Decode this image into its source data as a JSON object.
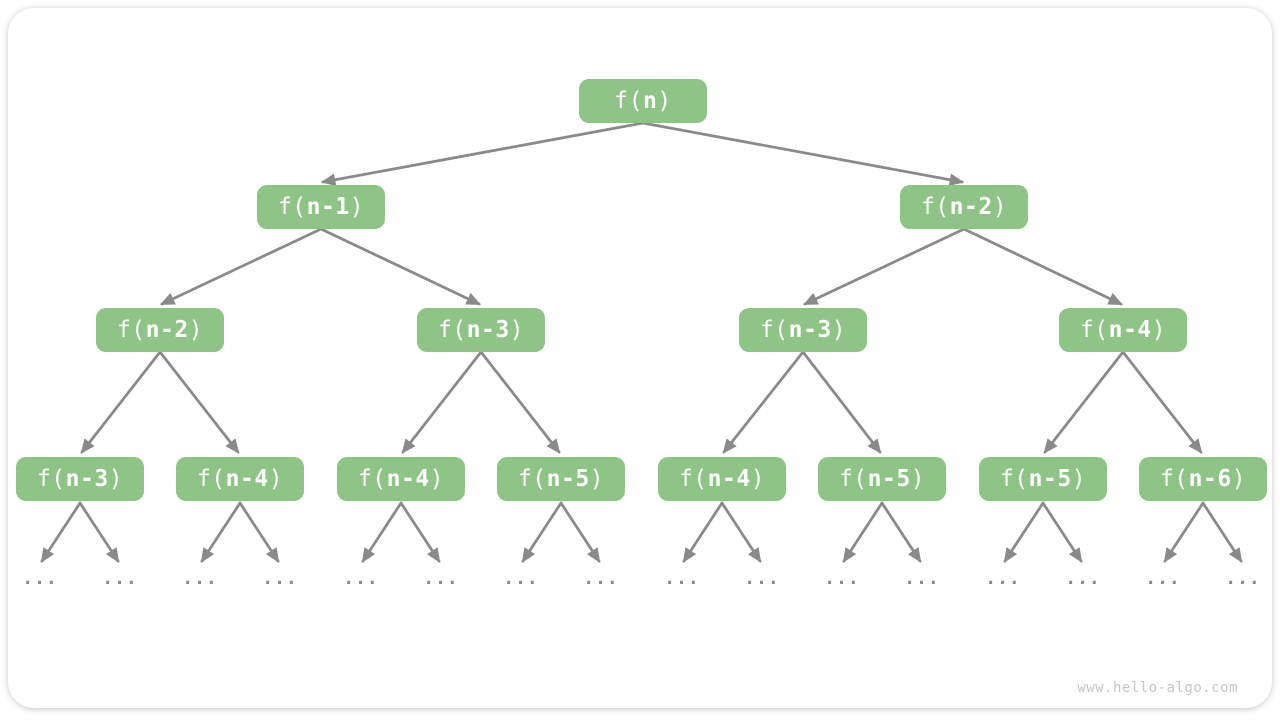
{
  "watermark": {
    "text": "www.hello-algo.com"
  },
  "colors": {
    "node_fill": "#8EC485",
    "node_text": "#FFFFFF",
    "arrow": "#8A8A8A",
    "watermark_text": "#C6C6C6",
    "card_background": "#FFFFFF"
  },
  "tree": {
    "description": "recursion tree",
    "ellipsis": "...",
    "nodes": [
      {
        "pre": "f(",
        "arg": "n",
        "post": ")"
      },
      {
        "pre": "f(",
        "arg": "n-1",
        "post": ")"
      },
      {
        "pre": "f(",
        "arg": "n-2",
        "post": ")"
      },
      {
        "pre": "f(",
        "arg": "n-2",
        "post": ")"
      },
      {
        "pre": "f(",
        "arg": "n-3",
        "post": ")"
      },
      {
        "pre": "f(",
        "arg": "n-3",
        "post": ")"
      },
      {
        "pre": "f(",
        "arg": "n-4",
        "post": ")"
      },
      {
        "pre": "f(",
        "arg": "n-3",
        "post": ")"
      },
      {
        "pre": "f(",
        "arg": "n-4",
        "post": ")"
      },
      {
        "pre": "f(",
        "arg": "n-4",
        "post": ")"
      },
      {
        "pre": "f(",
        "arg": "n-5",
        "post": ")"
      },
      {
        "pre": "f(",
        "arg": "n-4",
        "post": ")"
      },
      {
        "pre": "f(",
        "arg": "n-5",
        "post": ")"
      },
      {
        "pre": "f(",
        "arg": "n-5",
        "post": ")"
      },
      {
        "pre": "f(",
        "arg": "n-6",
        "post": ")"
      }
    ]
  }
}
